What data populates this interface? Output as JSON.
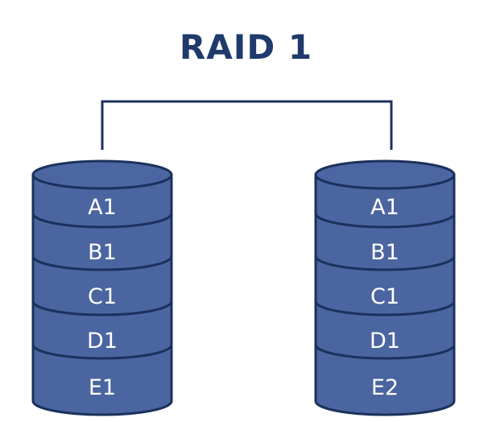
{
  "title": "RAID 1",
  "colors": {
    "title": "#1f3a6b",
    "disk_fill": "#4b65a0",
    "disk_top_fill": "#4c66a2",
    "disk_outline": "#1b315c",
    "connector": "#1b315c",
    "label": "#ffffff"
  },
  "disks": [
    {
      "segments": [
        "A1",
        "B1",
        "C1",
        "D1",
        "E1"
      ]
    },
    {
      "segments": [
        "A1",
        "B1",
        "C1",
        "D1",
        "E2"
      ]
    }
  ]
}
